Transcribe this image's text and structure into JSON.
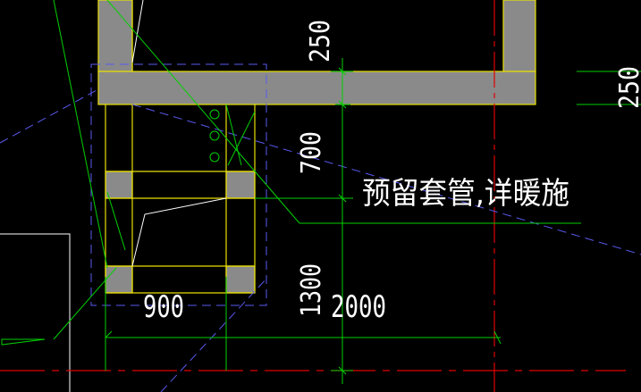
{
  "colors": {
    "background": "#000000",
    "wall_fill": "#8a8a8a",
    "wall_outline": "#e8e000",
    "dimension": "#00d000",
    "axis": "#e00000",
    "dashed": "#5a5af0",
    "text": "#ffffff"
  },
  "dimensions": {
    "d250_left": "250",
    "d250_right": "250",
    "d700": "700",
    "d900": "900",
    "d1300": "1300",
    "d2000": "2000"
  },
  "annotation": "预留套管,详暖施"
}
